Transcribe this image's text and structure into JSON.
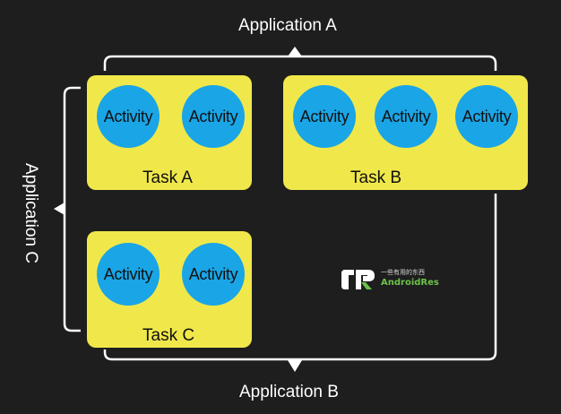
{
  "applications": {
    "a_label": "Application A",
    "b_label": "Application B",
    "c_label": "Application C"
  },
  "tasks": [
    {
      "label": "Task A",
      "activities": [
        "Activity",
        "Activity"
      ]
    },
    {
      "label": "Task B",
      "activities": [
        "Activity",
        "Activity",
        "Activity"
      ]
    },
    {
      "label": "Task C",
      "activities": [
        "Activity",
        "Activity"
      ]
    }
  ],
  "logo": {
    "small_text": "一些有用的东西",
    "name": "AndroidRes"
  },
  "colors": {
    "background": "#1e1e1e",
    "task_fill": "#f0e84a",
    "activity_fill": "#1aa5e6",
    "logo_accent": "#6cc24a"
  }
}
